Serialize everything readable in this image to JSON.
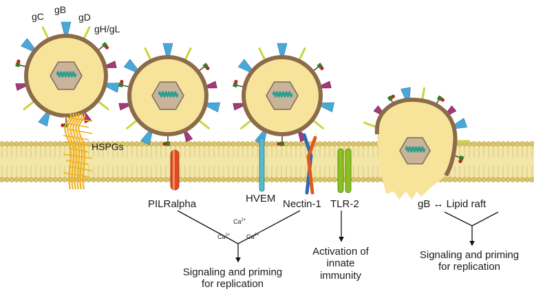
{
  "glycoproteins": {
    "gC": "gC",
    "gB": "gB",
    "gD": "gD",
    "gH_gL": "gH/gL"
  },
  "receptors": {
    "hspgs": "HSPGs",
    "pilralpha": "PILRalpha",
    "hvem": "HVEM",
    "nectin1": "Nectin-1",
    "tlr2": "TLR-2",
    "lipid_raft": "gB ↔ Lipid raft"
  },
  "calcium": {
    "base": "Ca",
    "charge": "2+"
  },
  "outcomes": {
    "signaling_left": [
      "Signaling and priming",
      "for replication"
    ],
    "innate": [
      "Activation of",
      "innate",
      "immunity"
    ],
    "signaling_right": [
      "Signaling and priming",
      "for replication"
    ]
  },
  "colors": {
    "membrane_head": "#d9c46a",
    "membrane_tail": "#f2e6a8",
    "virion_fill": "#f7e49a",
    "envelope": "#8b6b4a",
    "capsid": "#c9b49a",
    "dna": "#2a9d8f",
    "gB": "#4aa8d8",
    "gC": "#a33a7a",
    "gD": "#c8d63a",
    "gH_gL": "#3a7a2a",
    "hspg": "#f0b020",
    "pilr": "#e04a20",
    "hvem": "#5ab8c8",
    "nectin": "#e05a20",
    "tlr2": "#8ac020"
  }
}
